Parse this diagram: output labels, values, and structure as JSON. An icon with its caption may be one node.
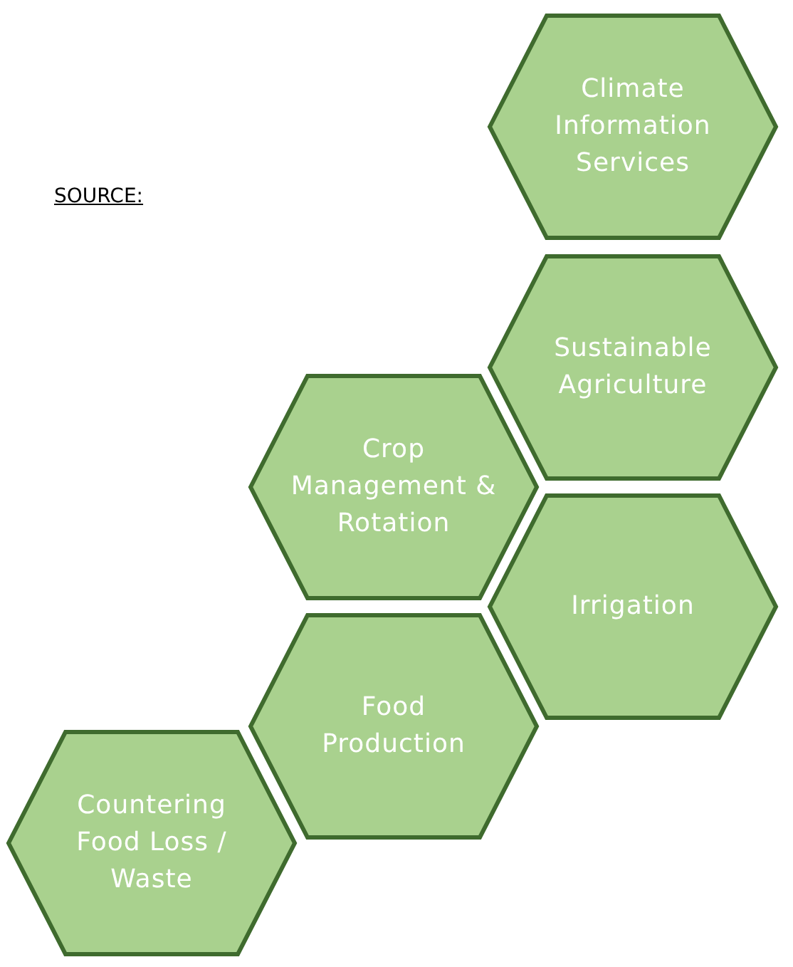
{
  "diagram": {
    "nodes": [
      {
        "text": [
          "Climate Information Services"
        ]
      },
      {
        "text": [
          "Sustainable Agriculture"
        ]
      },
      {
        "text": [
          "Crop Management & Rotation"
        ]
      },
      {
        "text": [
          "Irrigation"
        ]
      },
      {
        "text": [
          "Food Production"
        ]
      },
      {
        "text": [
          "Countering Food Loss / Waste"
        ]
      }
    ],
    "edges": [],
    "labels": [
      "SOURCE:"
    ]
  }
}
